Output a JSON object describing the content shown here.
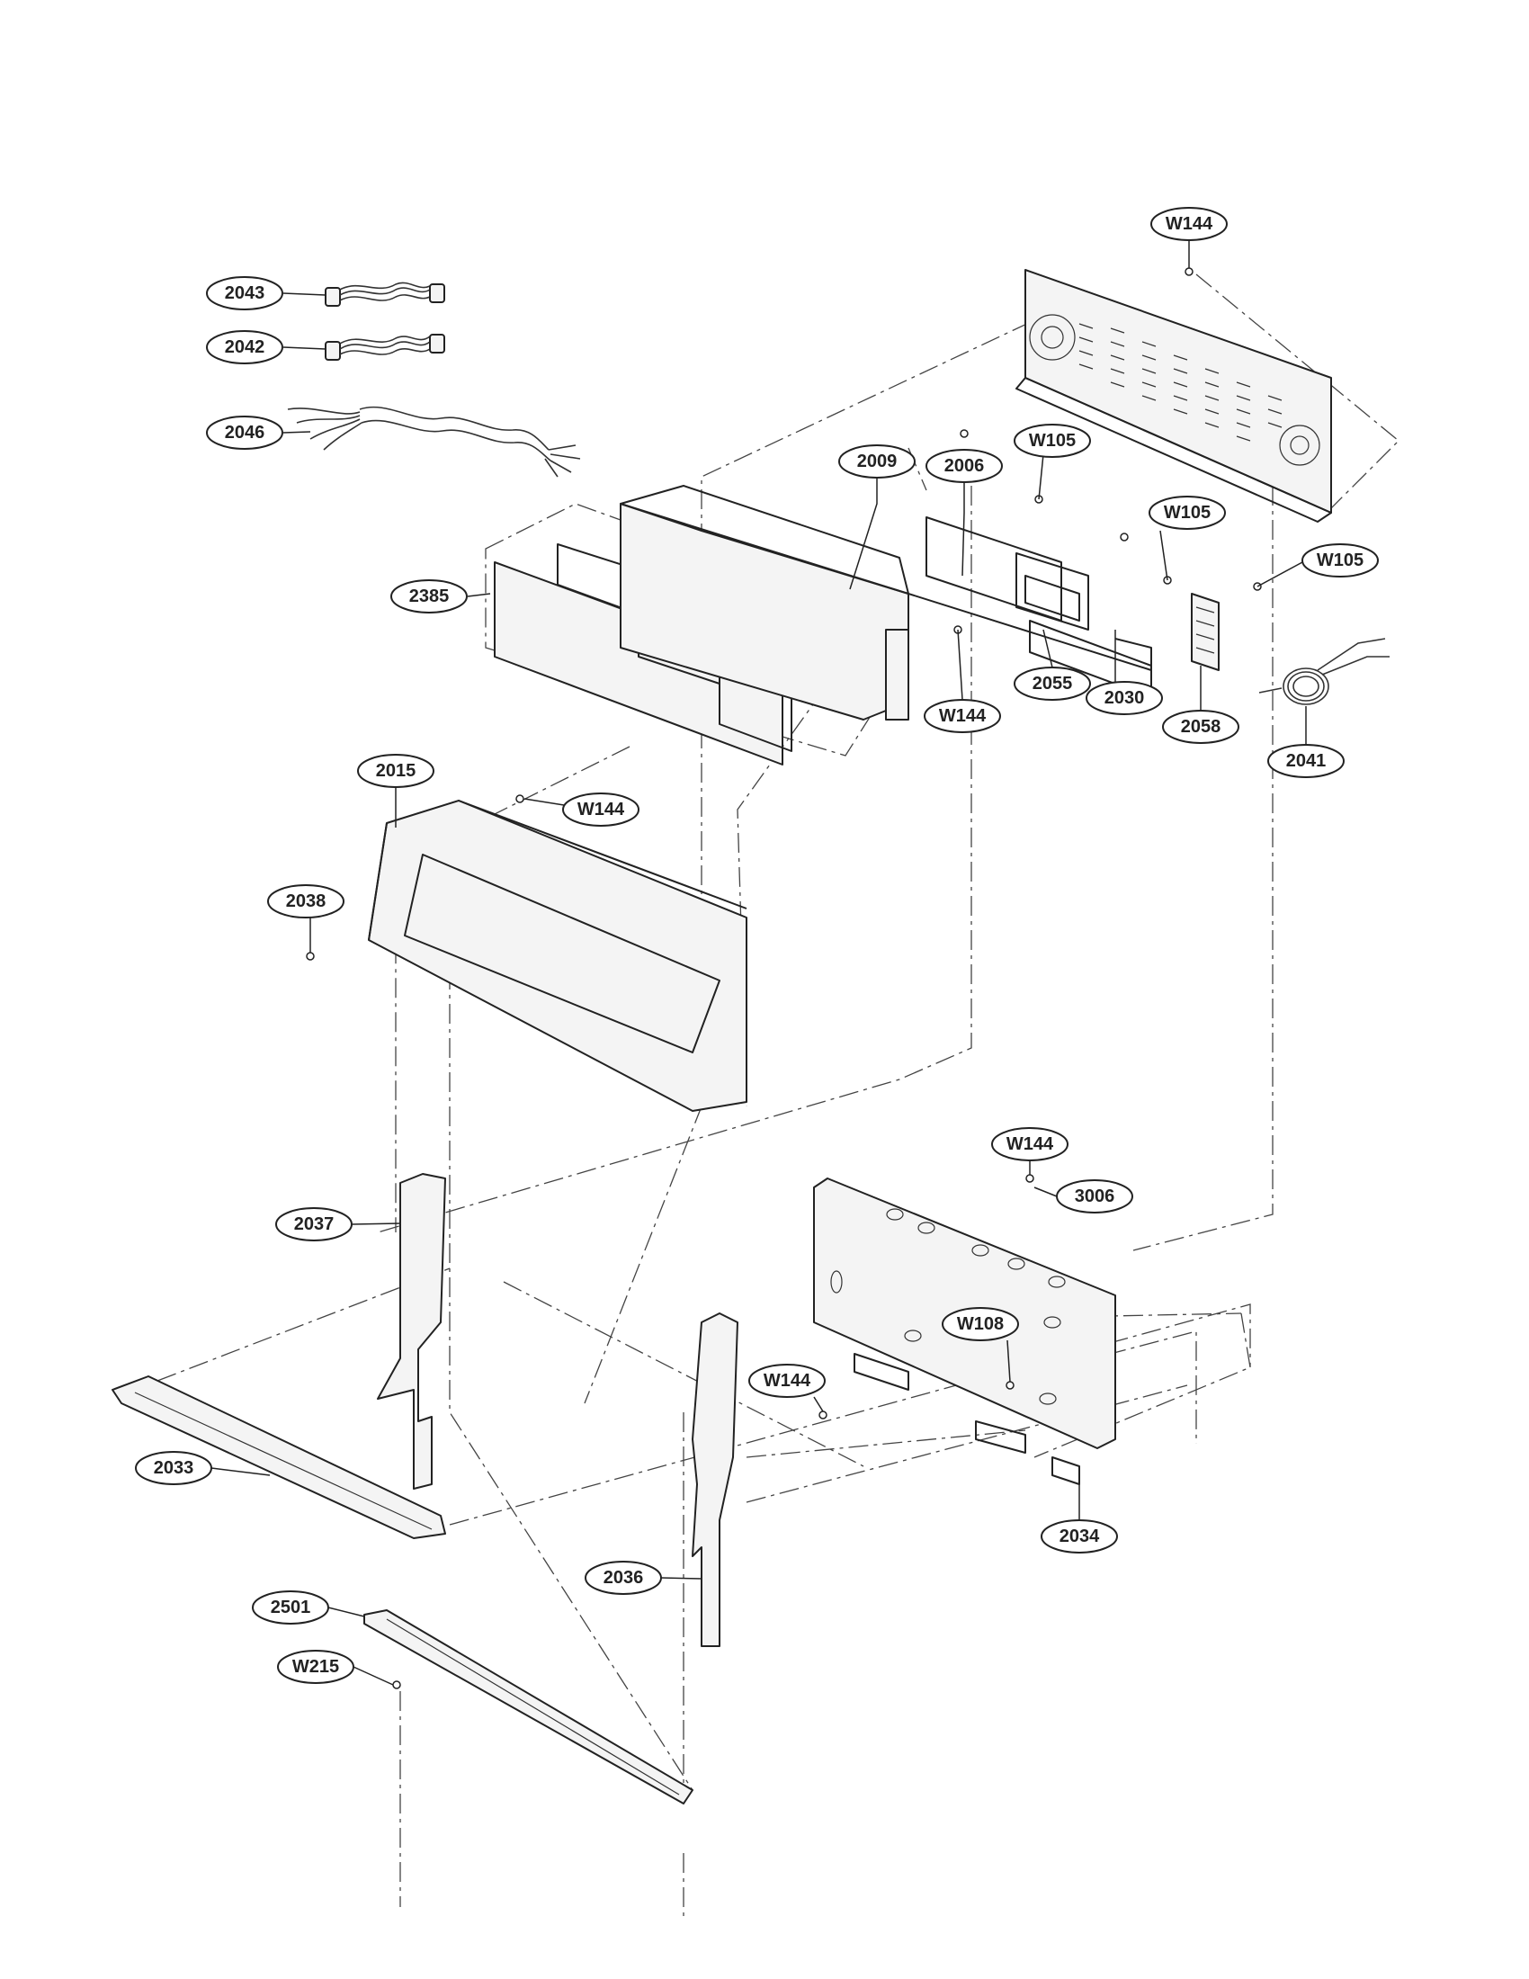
{
  "diagram": {
    "callouts": {
      "c_2043": "2043",
      "c_2042": "2042",
      "c_2046": "2046",
      "c_2385": "2385",
      "c_2009": "2009",
      "c_2006": "2006",
      "c_W105_a": "W105",
      "c_W105_b": "W105",
      "c_W105_c": "W105",
      "c_W144_top": "W144",
      "c_2055": "2055",
      "c_2030": "2030",
      "c_2058": "2058",
      "c_2041": "2041",
      "c_W144_mid": "W144",
      "c_2015": "2015",
      "c_W144_panel": "W144",
      "c_2038": "2038",
      "c_W144_right": "W144",
      "c_3006": "3006",
      "c_2037": "2037",
      "c_W108": "W108",
      "c_W144_low": "W144",
      "c_2033": "2033",
      "c_2034": "2034",
      "c_2036": "2036",
      "c_2501": "2501",
      "c_W215": "W215"
    }
  }
}
